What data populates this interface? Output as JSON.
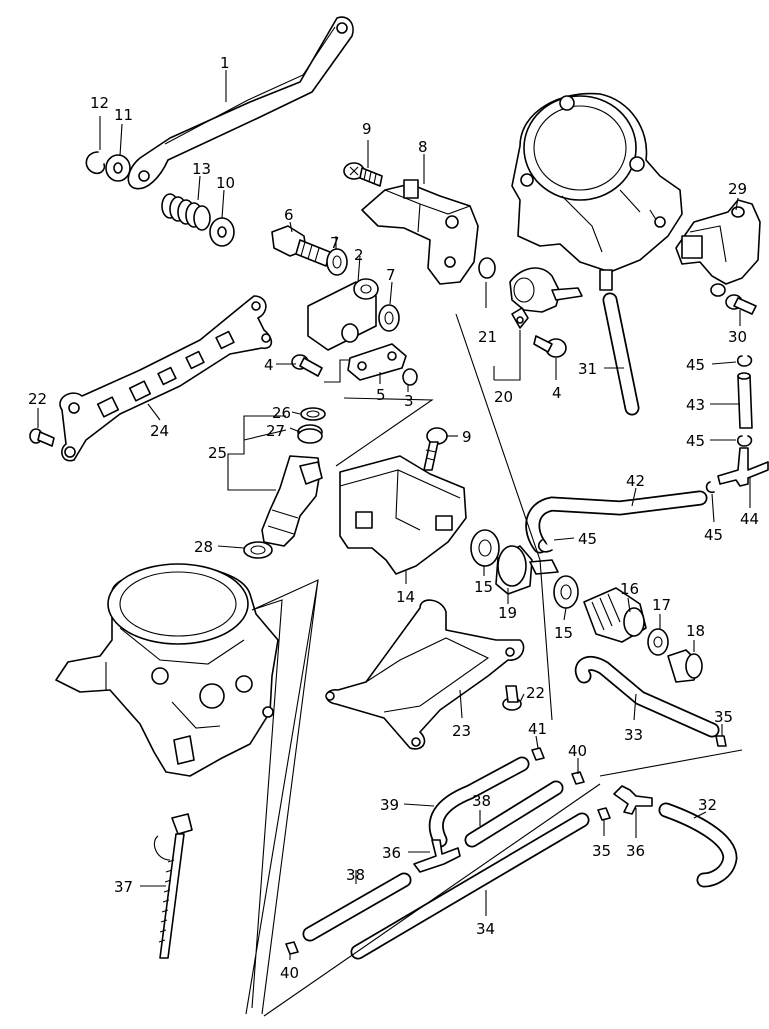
{
  "callouts": [
    {
      "id": "c1",
      "text": "1"
    },
    {
      "id": "c12",
      "text": "12"
    },
    {
      "id": "c11",
      "text": "11"
    },
    {
      "id": "c13",
      "text": "13"
    },
    {
      "id": "c10",
      "text": "10"
    },
    {
      "id": "c9a",
      "text": "9"
    },
    {
      "id": "c8",
      "text": "8"
    },
    {
      "id": "c29",
      "text": "29"
    },
    {
      "id": "c6",
      "text": "6"
    },
    {
      "id": "c7a",
      "text": "7"
    },
    {
      "id": "c2",
      "text": "2"
    },
    {
      "id": "c7b",
      "text": "7"
    },
    {
      "id": "c21",
      "text": "21"
    },
    {
      "id": "c30",
      "text": "30"
    },
    {
      "id": "c4a",
      "text": "4"
    },
    {
      "id": "c5",
      "text": "5"
    },
    {
      "id": "c3",
      "text": "3"
    },
    {
      "id": "c20",
      "text": "20"
    },
    {
      "id": "c4b",
      "text": "4"
    },
    {
      "id": "c31",
      "text": "31"
    },
    {
      "id": "c45a",
      "text": "45"
    },
    {
      "id": "c43",
      "text": "43"
    },
    {
      "id": "c22a",
      "text": "22"
    },
    {
      "id": "c24",
      "text": "24"
    },
    {
      "id": "c26",
      "text": "26"
    },
    {
      "id": "c27",
      "text": "27"
    },
    {
      "id": "c25",
      "text": "25"
    },
    {
      "id": "c9b",
      "text": "9"
    },
    {
      "id": "c45b",
      "text": "45"
    },
    {
      "id": "c42",
      "text": "42"
    },
    {
      "id": "c44",
      "text": "44"
    },
    {
      "id": "c45c",
      "text": "45"
    },
    {
      "id": "c45d",
      "text": "45"
    },
    {
      "id": "c28",
      "text": "28"
    },
    {
      "id": "c15a",
      "text": "15"
    },
    {
      "id": "c14",
      "text": "14"
    },
    {
      "id": "c19",
      "text": "19"
    },
    {
      "id": "c16",
      "text": "16"
    },
    {
      "id": "c17",
      "text": "17"
    },
    {
      "id": "c15b",
      "text": "15"
    },
    {
      "id": "c18",
      "text": "18"
    },
    {
      "id": "c22b",
      "text": "22"
    },
    {
      "id": "c23",
      "text": "23"
    },
    {
      "id": "c33",
      "text": "33"
    },
    {
      "id": "c35a",
      "text": "35"
    },
    {
      "id": "c41",
      "text": "41"
    },
    {
      "id": "c40a",
      "text": "40"
    },
    {
      "id": "c39",
      "text": "39"
    },
    {
      "id": "c38a",
      "text": "38"
    },
    {
      "id": "c32",
      "text": "32"
    },
    {
      "id": "c36a",
      "text": "36"
    },
    {
      "id": "c35b",
      "text": "35"
    },
    {
      "id": "c36b",
      "text": "36"
    },
    {
      "id": "c37",
      "text": "37"
    },
    {
      "id": "c38b",
      "text": "38"
    },
    {
      "id": "c34",
      "text": "34"
    },
    {
      "id": "c40b",
      "text": "40"
    }
  ]
}
